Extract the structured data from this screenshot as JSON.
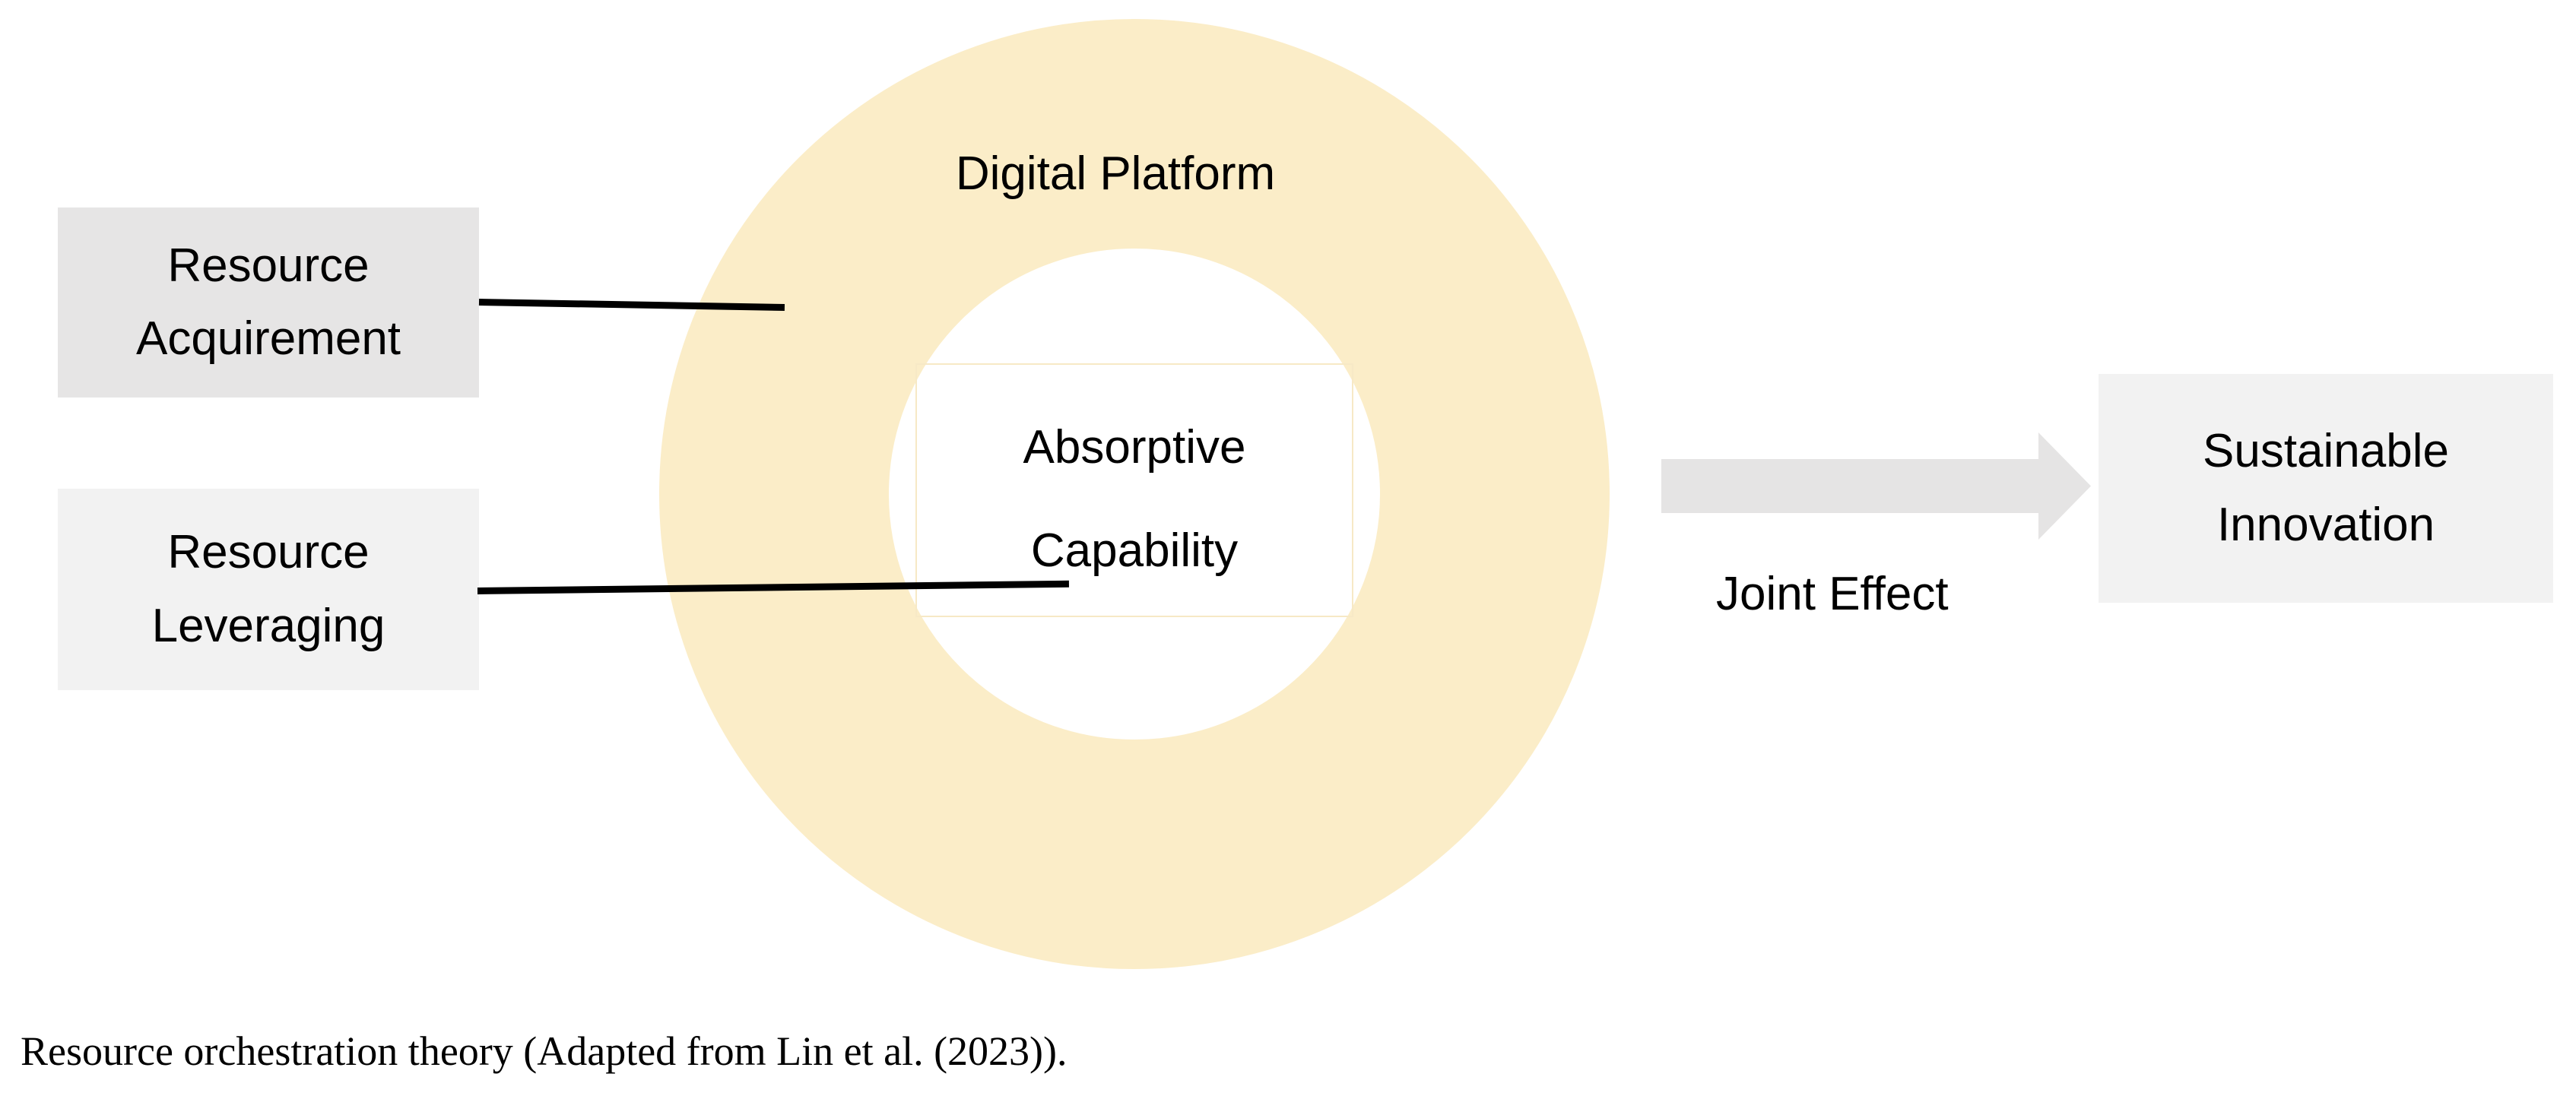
{
  "colors": {
    "ring-fill": "#FBEDC8",
    "inner-box-border": "#F7E9C6",
    "box-acquirement-fill": "#E6E5E5",
    "box-leveraging-fill": "#F2F2F2",
    "box-innovation-fill": "#F2F2F2",
    "arrow-fill": "#E5E4E4",
    "connector-color": "#000000",
    "text-color": "#000000"
  },
  "ring": {
    "top_label": "Digital Platform",
    "center_lines": [
      "Absorptive",
      "Capability"
    ]
  },
  "nodes": {
    "resource_acquirement": {
      "lines": [
        "Resource",
        "Acquirement"
      ]
    },
    "resource_leveraging": {
      "lines": [
        "Resource",
        "Leveraging"
      ]
    },
    "sustainable_innovation": {
      "lines": [
        "Sustainable",
        "Innovation"
      ]
    }
  },
  "arrow": {
    "label": "Joint Effect"
  },
  "caption": "Resource orchestration theory (Adapted from Lin et al. (2023))."
}
